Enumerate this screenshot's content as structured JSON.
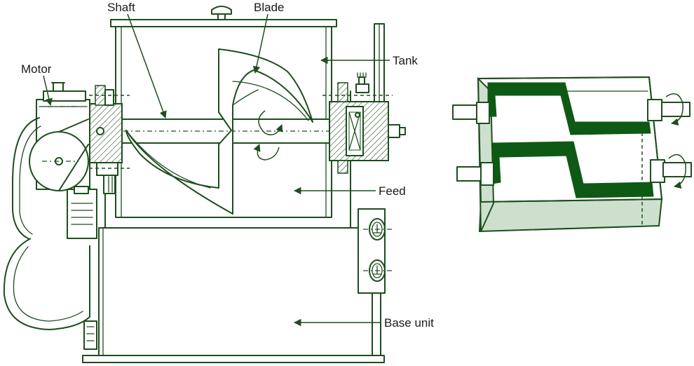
{
  "labels": {
    "shaft": "Shaft",
    "blade": "Blade",
    "tank": "Tank",
    "motor": "Motor",
    "feed": "Feed",
    "base_unit": "Base unit"
  },
  "colors": {
    "line": "#1e4d1e",
    "dark_fill": "#0e5a14",
    "pale_fill": "#cde0cd",
    "text": "#1a1a1a",
    "background": "#ffffff"
  }
}
